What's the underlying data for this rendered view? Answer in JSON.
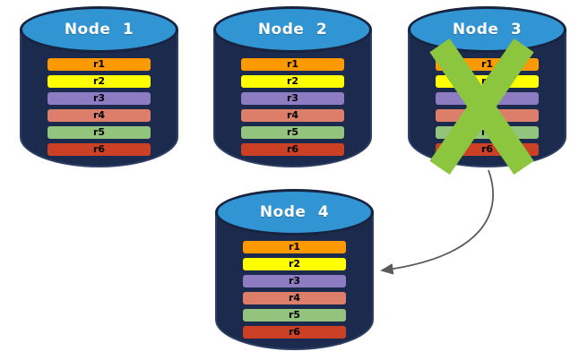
{
  "diagram": {
    "description": "Database replication failover diagram: four database nodes with replicated rows; failed Node 3 fails over to Node 4"
  },
  "colors": {
    "background": "#FFFFFF",
    "cylinder_body": "#1C2B4D",
    "cylinder_body_edge": "#2E4066",
    "cylinder_top": "#3095D2",
    "cylinder_top_edge": "#17233F",
    "failure_x": "#8CC63E",
    "arrow": "#5A5A5A"
  },
  "icons": {
    "failure_x": "x-mark-cross",
    "arrow": "curved-failover-arrow"
  },
  "nodes": [
    {
      "title": "Node 1",
      "rows": [
        {
          "label": "r1",
          "color": "#FF9900"
        },
        {
          "label": "r2",
          "color": "#FFFF00"
        },
        {
          "label": "r3",
          "color": "#8E7CC3"
        },
        {
          "label": "r4",
          "color": "#DD7E6B"
        },
        {
          "label": "r5",
          "color": "#93C47D"
        },
        {
          "label": "r6",
          "color": "#CC4125"
        }
      ]
    },
    {
      "title": "Node 2",
      "rows": [
        {
          "label": "r1",
          "color": "#FF9900"
        },
        {
          "label": "r2",
          "color": "#FFFF00"
        },
        {
          "label": "r3",
          "color": "#8E7CC3"
        },
        {
          "label": "r4",
          "color": "#DD7E6B"
        },
        {
          "label": "r5",
          "color": "#93C47D"
        },
        {
          "label": "r6",
          "color": "#CC4125"
        }
      ]
    },
    {
      "title": "Node 3",
      "status": "failed",
      "rows": [
        {
          "label": "r1",
          "color": "#FF9900"
        },
        {
          "label": "r2",
          "color": "#FFFF00"
        },
        {
          "label": "r3",
          "color": "#8E7CC3"
        },
        {
          "label": "r4",
          "color": "#DD7E6B"
        },
        {
          "label": "r5",
          "color": "#93C47D"
        },
        {
          "label": "r6",
          "color": "#CC4125"
        }
      ]
    },
    {
      "title": "Node 4",
      "rows": [
        {
          "label": "r1",
          "color": "#FF9900"
        },
        {
          "label": "r2",
          "color": "#FFFF00"
        },
        {
          "label": "r3",
          "color": "#8E7CC3"
        },
        {
          "label": "r4",
          "color": "#DD7E6B"
        },
        {
          "label": "r5",
          "color": "#93C47D"
        },
        {
          "label": "r6",
          "color": "#CC4125"
        }
      ]
    }
  ]
}
